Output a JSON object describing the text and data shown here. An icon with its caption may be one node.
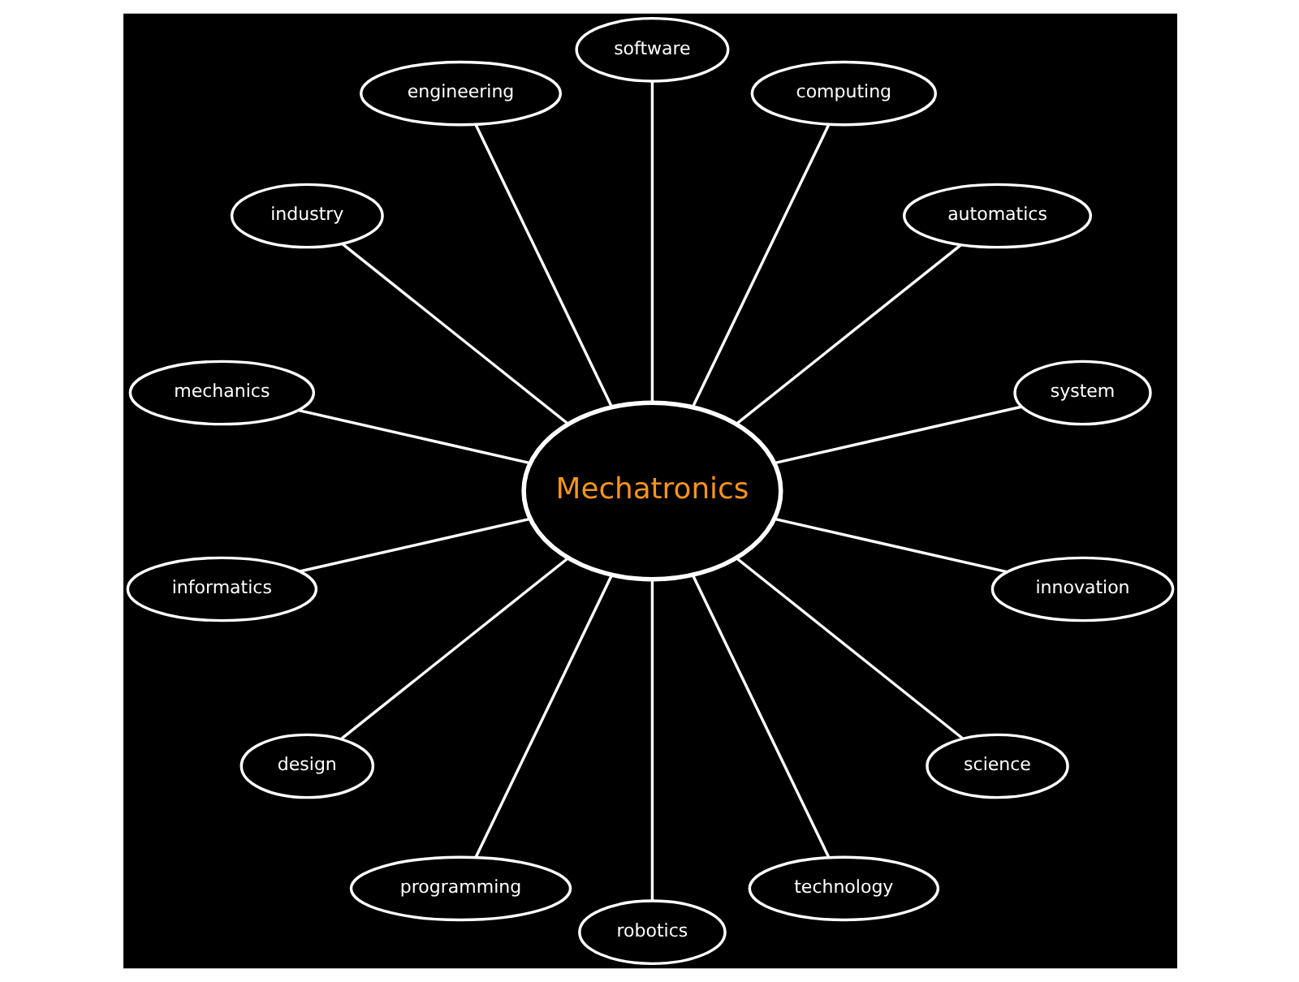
{
  "diagram": {
    "nodes": [
      {
        "text": [
          "Mechatronics"
        ]
      },
      {
        "text": [
          "system"
        ]
      },
      {
        "text": [
          "automatics"
        ]
      },
      {
        "text": [
          "computing"
        ]
      },
      {
        "text": [
          "software"
        ]
      },
      {
        "text": [
          "engineering"
        ]
      },
      {
        "text": [
          "industry"
        ]
      },
      {
        "text": [
          "mechanics"
        ]
      },
      {
        "text": [
          "informatics"
        ]
      },
      {
        "text": [
          "design"
        ]
      },
      {
        "text": [
          "programming"
        ]
      },
      {
        "text": [
          "robotics"
        ]
      },
      {
        "text": [
          "technology"
        ]
      },
      {
        "text": [
          "science"
        ]
      },
      {
        "text": [
          "innovation"
        ]
      }
    ],
    "edges": [
      {
        "from": 0,
        "to": 1,
        "arrow": "none"
      },
      {
        "from": 0,
        "to": 2,
        "arrow": "none"
      },
      {
        "from": 0,
        "to": 3,
        "arrow": "none"
      },
      {
        "from": 0,
        "to": 4,
        "arrow": "none"
      },
      {
        "from": 0,
        "to": 6,
        "arrow": "none"
      },
      {
        "from": 0,
        "to": 8,
        "arrow": "none"
      },
      {
        "from": 0,
        "to": 9,
        "arrow": "none"
      },
      {
        "from": 0,
        "to": 14,
        "arrow": "none"
      },
      {
        "from": 0,
        "to": 12,
        "arrow": "none"
      },
      {
        "from": 0,
        "to": 13,
        "arrow": "none"
      },
      {
        "from": 0,
        "to": 11,
        "arrow": "none"
      },
      {
        "from": 0,
        "to": 10,
        "arrow": "none"
      },
      {
        "from": 0,
        "to": 7,
        "arrow": "none"
      },
      {
        "from": 0,
        "to": 5,
        "arrow": "none"
      }
    ]
  }
}
